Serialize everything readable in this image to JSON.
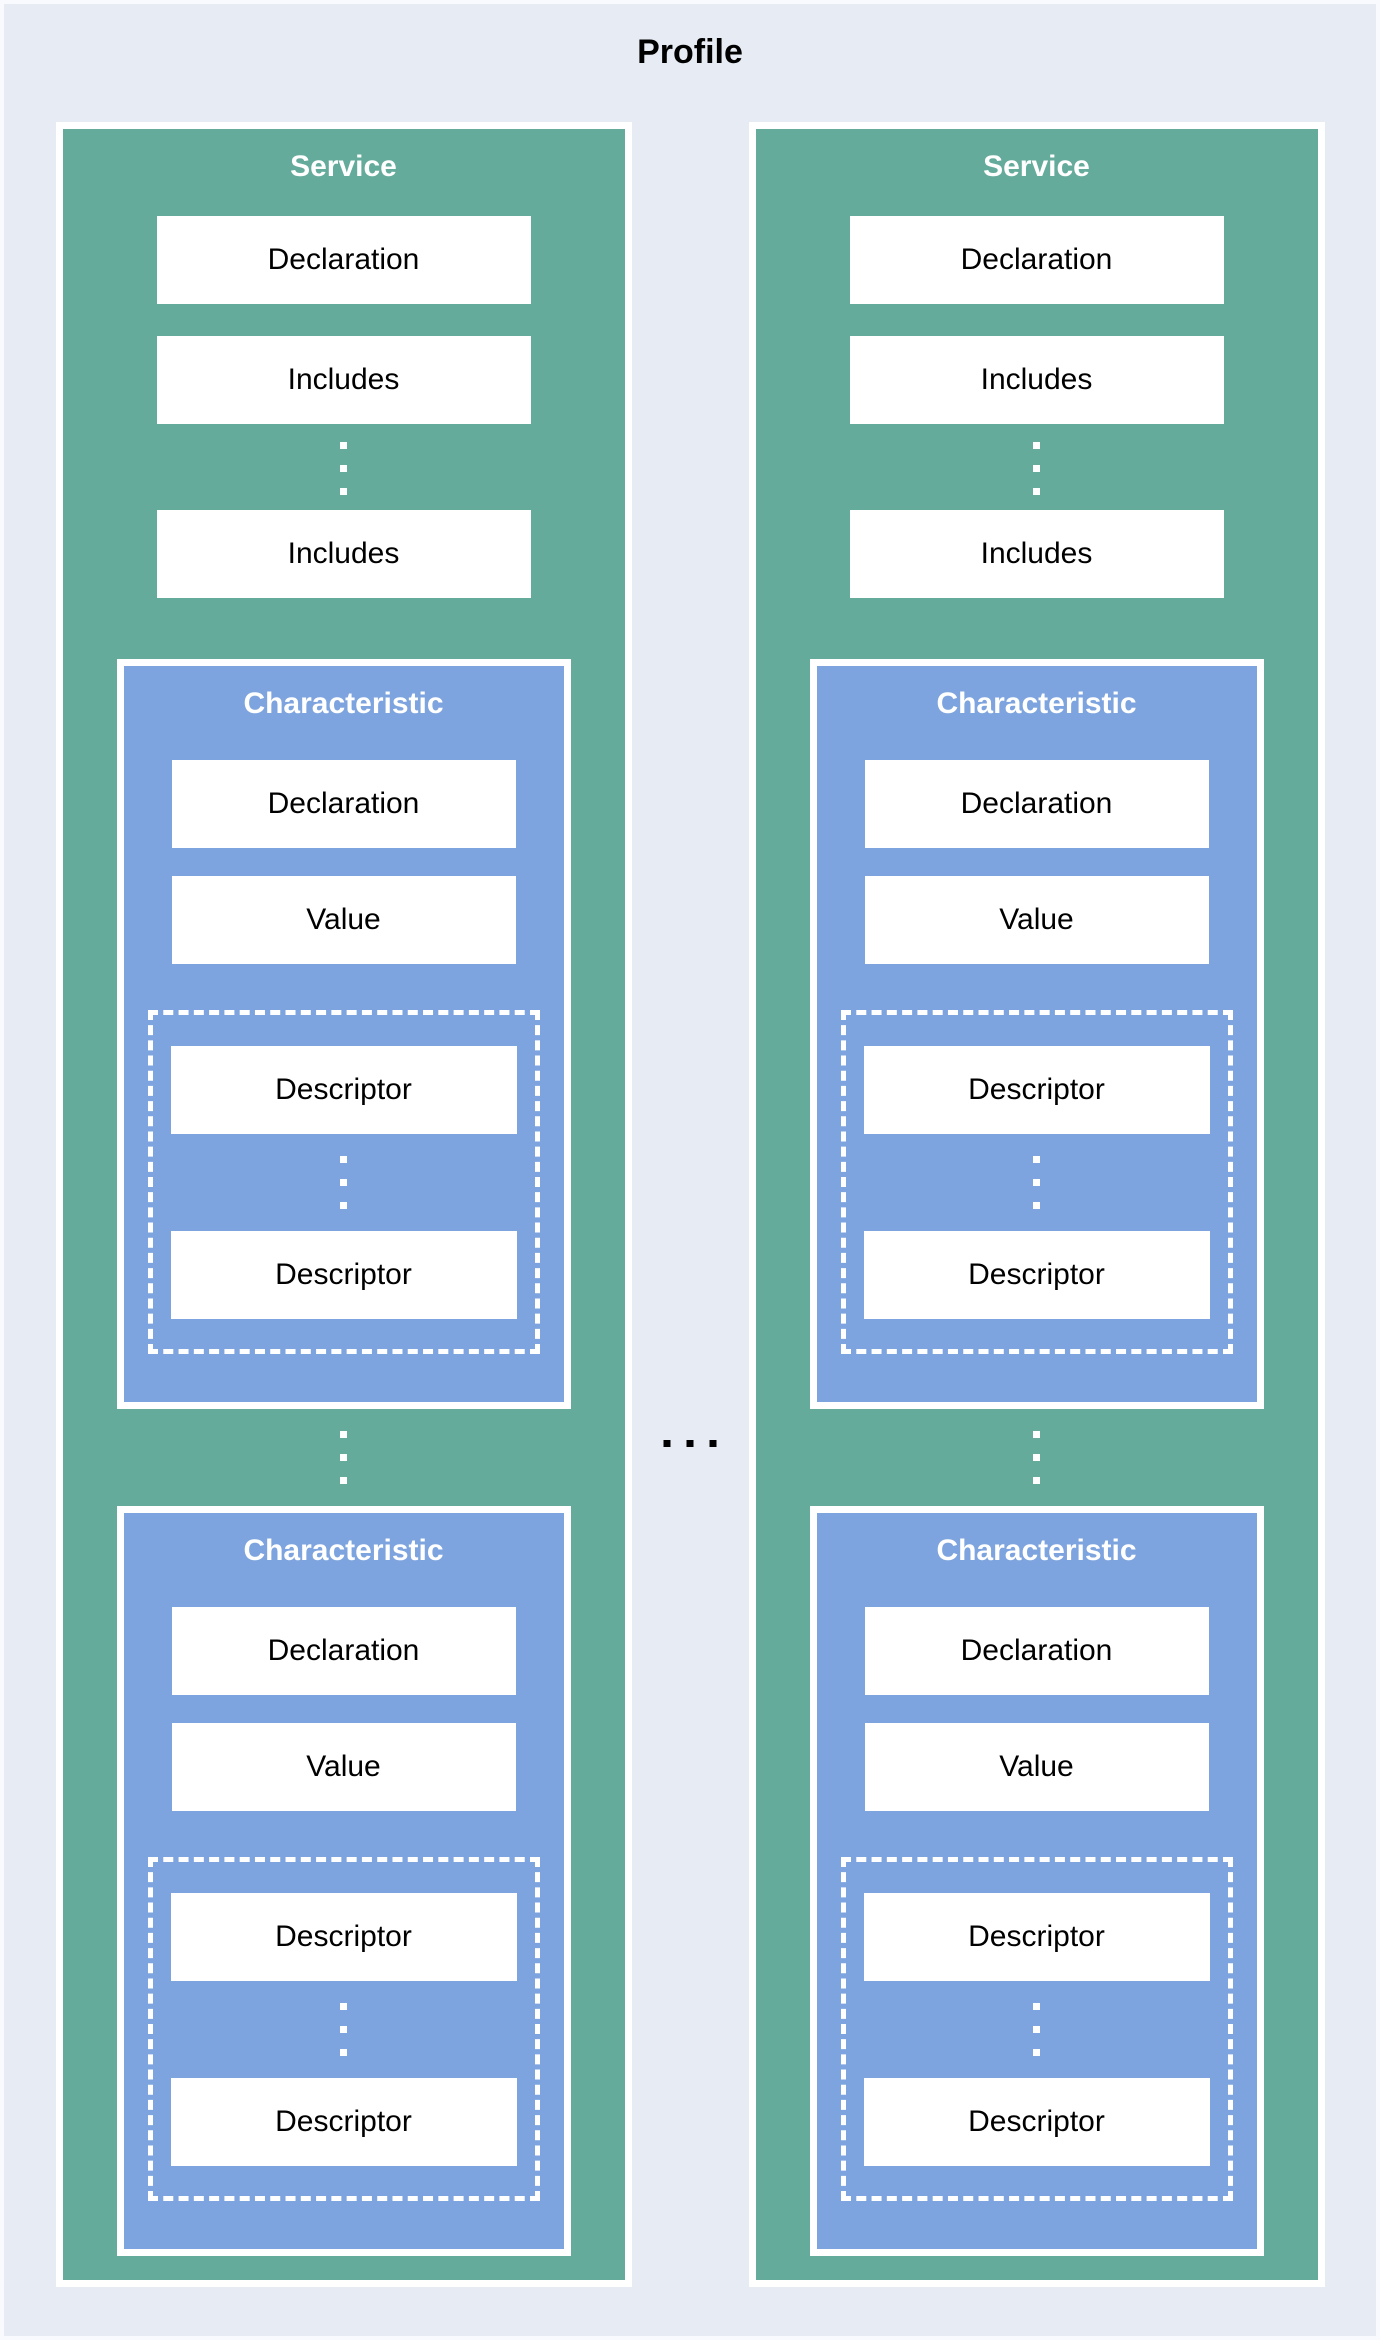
{
  "profile": {
    "title": "Profile"
  },
  "colors": {
    "background": "#e7ecf4",
    "service_fill": "#65ab9c",
    "characteristic_fill": "#7da4de",
    "box_fill": "#ffffff",
    "text": "#000000",
    "header_text": "#ffffff"
  },
  "icons": {
    "vertical_ellipsis": "three stacked square dots",
    "horizontal_ellipsis": "three square dots in a row"
  },
  "services": [
    {
      "title": "Service",
      "declaration_label": "Declaration",
      "includes_labels": [
        "Includes",
        "Includes"
      ],
      "characteristics": [
        {
          "title": "Characteristic",
          "declaration_label": "Declaration",
          "value_label": "Value",
          "descriptor_labels": [
            "Descriptor",
            "Descriptor"
          ]
        },
        {
          "title": "Characteristic",
          "declaration_label": "Declaration",
          "value_label": "Value",
          "descriptor_labels": [
            "Descriptor",
            "Descriptor"
          ]
        }
      ]
    },
    {
      "title": "Service",
      "declaration_label": "Declaration",
      "includes_labels": [
        "Includes",
        "Includes"
      ],
      "characteristics": [
        {
          "title": "Characteristic",
          "declaration_label": "Declaration",
          "value_label": "Value",
          "descriptor_labels": [
            "Descriptor",
            "Descriptor"
          ]
        },
        {
          "title": "Characteristic",
          "declaration_label": "Declaration",
          "value_label": "Value",
          "descriptor_labels": [
            "Descriptor",
            "Descriptor"
          ]
        }
      ]
    }
  ]
}
